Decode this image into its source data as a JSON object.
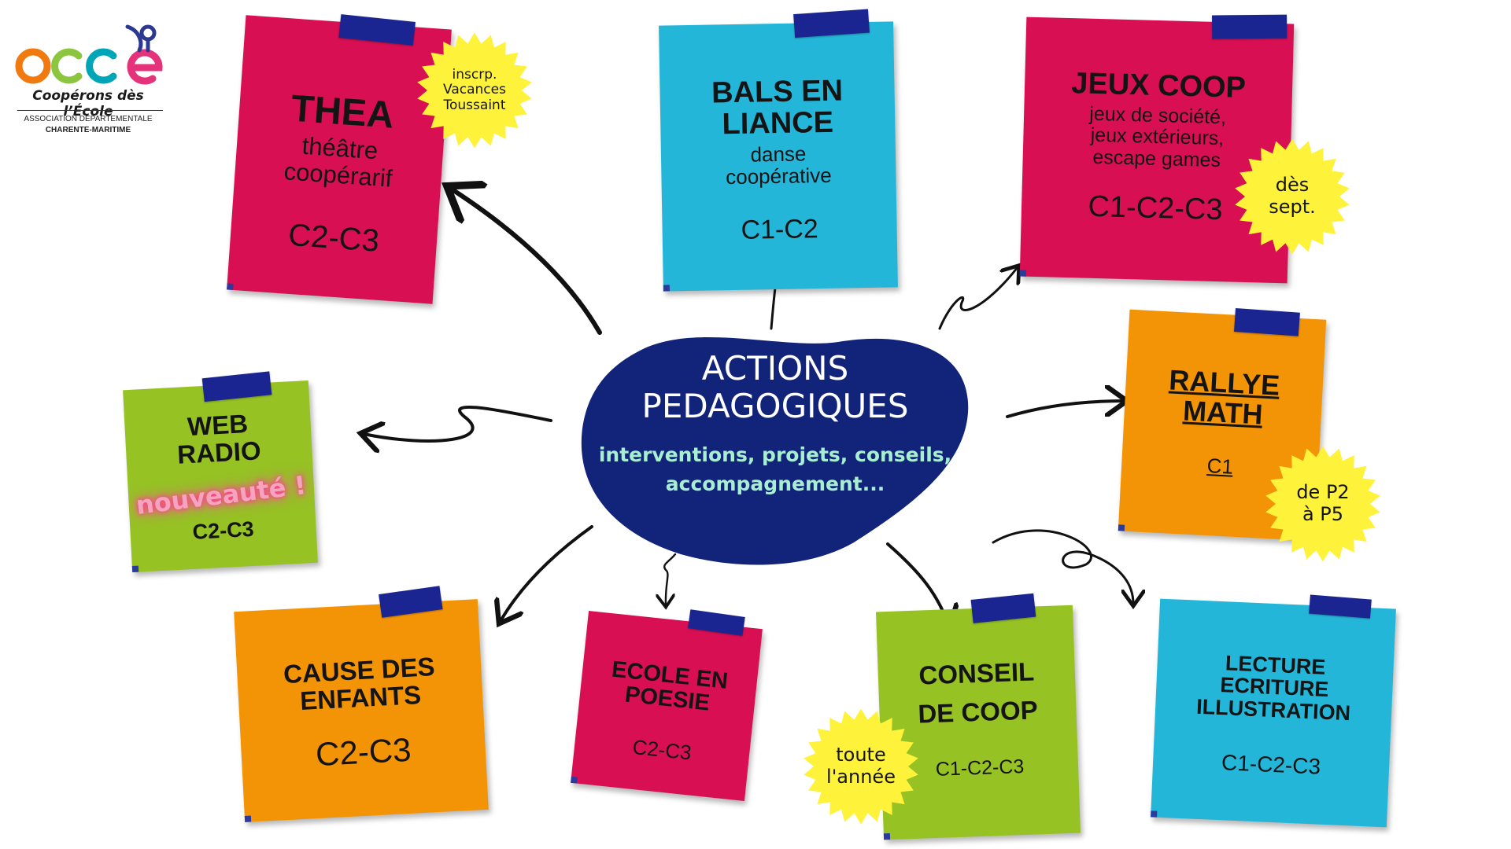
{
  "logo": {
    "letters": "occe",
    "tagline": "Coopérons dès l’École",
    "association": "ASSOCIATION DÉPARTEMENTALE",
    "department": "CHARENTE-MARITIME",
    "colors": [
      "#f07a10",
      "#8cc63f",
      "#00a6b8",
      "#e4337b",
      "#2b3990"
    ]
  },
  "center": {
    "title_line1": "ACTIONS",
    "title_line2": "PEDAGOGIQUES",
    "subtitle_line1": "interventions, projets, conseils,",
    "subtitle_line2": "accompagnement...",
    "color": "#12247a"
  },
  "notes": {
    "thea": {
      "title": "THEA",
      "sub1": "théâtre",
      "sub2": "coopérarif",
      "level": "C2-C3",
      "color": "#d80f52"
    },
    "bals": {
      "title1": "BALS EN",
      "title2": "LIANCE",
      "sub1": "danse",
      "sub2": "coopérative",
      "level": "C1-C2",
      "color": "#24b6d8"
    },
    "jeux": {
      "title": "JEUX COOP",
      "sub1": "jeux de société,",
      "sub2": "jeux extérieurs,",
      "sub3": "escape games",
      "level": "C1-C2-C3",
      "color": "#d80f52"
    },
    "web": {
      "title1": "WEB",
      "title2": "RADIO",
      "badge": "nouveauté !",
      "level": "C2-C3",
      "color": "#96c224"
    },
    "rallye": {
      "title1": "RALLYE",
      "title2": "MATH",
      "level": "C1",
      "color": "#f39406"
    },
    "cause": {
      "title1": "CAUSE DES",
      "title2": "ENFANTS",
      "level": "C2-C3",
      "color": "#f39406"
    },
    "ecole": {
      "title1": "ECOLE EN",
      "title2": "POESIE",
      "level": "C2-C3",
      "color": "#d80f52"
    },
    "conseil": {
      "title1": "CONSEIL",
      "title2": "DE COOP",
      "level": "C1-C2-C3",
      "color": "#96c224"
    },
    "lecture": {
      "title1": "LECTURE",
      "title2": "ECRITURE",
      "title3": "ILLUSTRATION",
      "level": "C1-C2-C3",
      "color": "#24b6d8"
    }
  },
  "bursts": {
    "inscrp": {
      "line1": "inscrp.",
      "line2": "Vacances",
      "line3": "Toussaint",
      "color": "#fff23a"
    },
    "sept": {
      "line1": "dès",
      "line2": "sept.",
      "color": "#fff23a"
    },
    "p2p5": {
      "line1": "de P2",
      "line2": "à P5",
      "color": "#fff23a"
    },
    "annee": {
      "line1": "toute",
      "line2": "l'année",
      "color": "#fff23a"
    }
  }
}
